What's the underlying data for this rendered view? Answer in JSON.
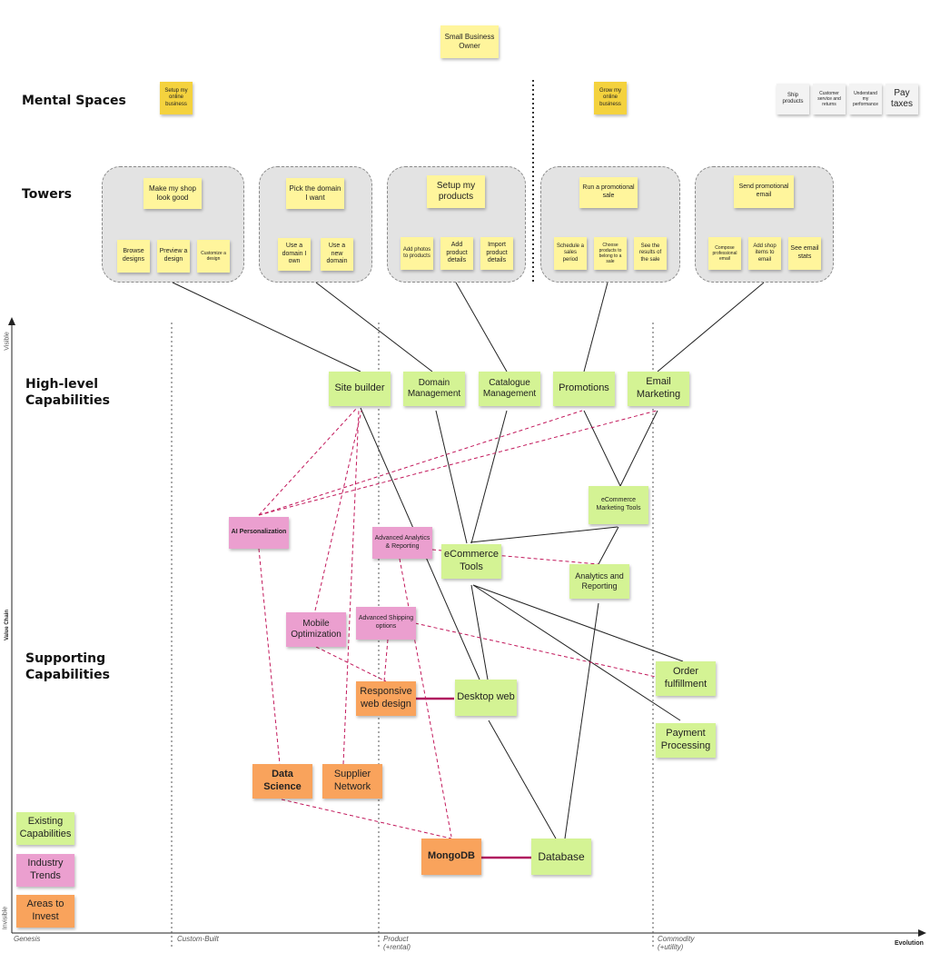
{
  "user": "Small Business Owner",
  "sections": {
    "mental_spaces": "Mental Spaces",
    "towers": "Towers",
    "high_level": "High-level Capabilities",
    "supporting": "Supporting Capabilities"
  },
  "mental_spaces": {
    "setup": "Setup my online business",
    "grow": "Grow my online business",
    "ship": "Ship products",
    "customer_service": "Customer service and returns",
    "understand": "Understand my performance",
    "pay_taxes": "Pay taxes"
  },
  "towers": {
    "look_good": {
      "title": "Make my shop look good",
      "items": [
        "Browse designs",
        "Preview a design",
        "Customize a design"
      ]
    },
    "domain": {
      "title": "Pick the domain I want",
      "items": [
        "Use a domain I own",
        "Use a new domain"
      ]
    },
    "products": {
      "title": "Setup my products",
      "items": [
        "Add photos to products",
        "Add product details",
        "Import product details"
      ]
    },
    "sale": {
      "title": "Run a promotional sale",
      "items": [
        "Schedule a sales period",
        "Choose products to belong to a sale",
        "See the results of the sale"
      ]
    },
    "email": {
      "title": "Send promotional email",
      "items": [
        "Compose professional email",
        "Add shop items to email",
        "See email stats"
      ]
    }
  },
  "capabilities": {
    "site_builder": "Site builder",
    "domain_mgmt": "Domain Management",
    "catalogue_mgmt": "Catalogue Management",
    "promotions": "Promotions",
    "email_marketing": "Email Marketing",
    "ecommerce_marketing_tools": "eCommerce Marketing Tools",
    "ai_personalization": "AI Personalization",
    "advanced_analytics": "Advanced Analytics & Reporting",
    "ecommerce_tools": "eCommerce Tools",
    "analytics_reporting": "Analytics and Reporting",
    "mobile_optimization": "Mobile Optimization",
    "advanced_shipping": "Advanced Shipping options",
    "order_fulfillment": "Order fulfillment",
    "responsive_web": "Responsive web design",
    "desktop_web": "Desktop web",
    "payment_processing": "Payment Processing",
    "data_science": "Data Science",
    "supplier_network": "Supplier Network",
    "mongodb": "MongoDB",
    "database": "Database"
  },
  "legend": {
    "existing": "Existing Capabilities",
    "trends": "Industry Trends",
    "invest": "Areas to Invest"
  },
  "axis": {
    "y_label": "Value Chain",
    "y_top": "Visible",
    "y_bottom": "Invisible",
    "x_label": "Evolution",
    "genesis": "Genesis",
    "custom_built": "Custom-Built",
    "product": "Product",
    "product_sub": "(+rental)",
    "commodity": "Commodity",
    "commodity_sub": "(+utility)"
  },
  "colors": {
    "existing": "#d4f394",
    "trend": "#eb9fcf",
    "invest": "#f9a35c",
    "sticky_yellow": "#fff59c",
    "sticky_gold": "#f4d23e",
    "dependency_line": "#222222",
    "trend_line": "#c2185b"
  }
}
